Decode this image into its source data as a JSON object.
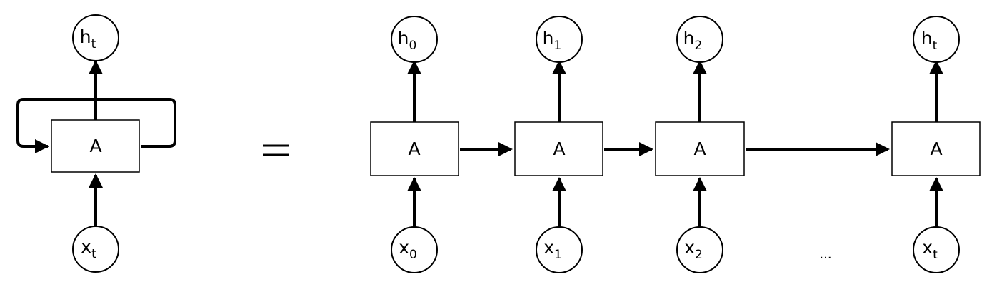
{
  "diagram": {
    "left_cell": {
      "box_label": "A",
      "output": {
        "base": "h",
        "sub": "t"
      },
      "input": {
        "base": "x",
        "sub": "t"
      }
    },
    "ellipsis": "...",
    "cells": [
      {
        "box_label": "A",
        "output": {
          "base": "h",
          "sub": "0"
        },
        "input": {
          "base": "x",
          "sub": "0"
        }
      },
      {
        "box_label": "A",
        "output": {
          "base": "h",
          "sub": "1"
        },
        "input": {
          "base": "x",
          "sub": "1"
        }
      },
      {
        "box_label": "A",
        "output": {
          "base": "h",
          "sub": "2"
        },
        "input": {
          "base": "x",
          "sub": "2"
        }
      },
      {
        "box_label": "A",
        "output": {
          "base": "h",
          "sub": "t"
        },
        "input": {
          "base": "x",
          "sub": "t"
        }
      }
    ]
  }
}
